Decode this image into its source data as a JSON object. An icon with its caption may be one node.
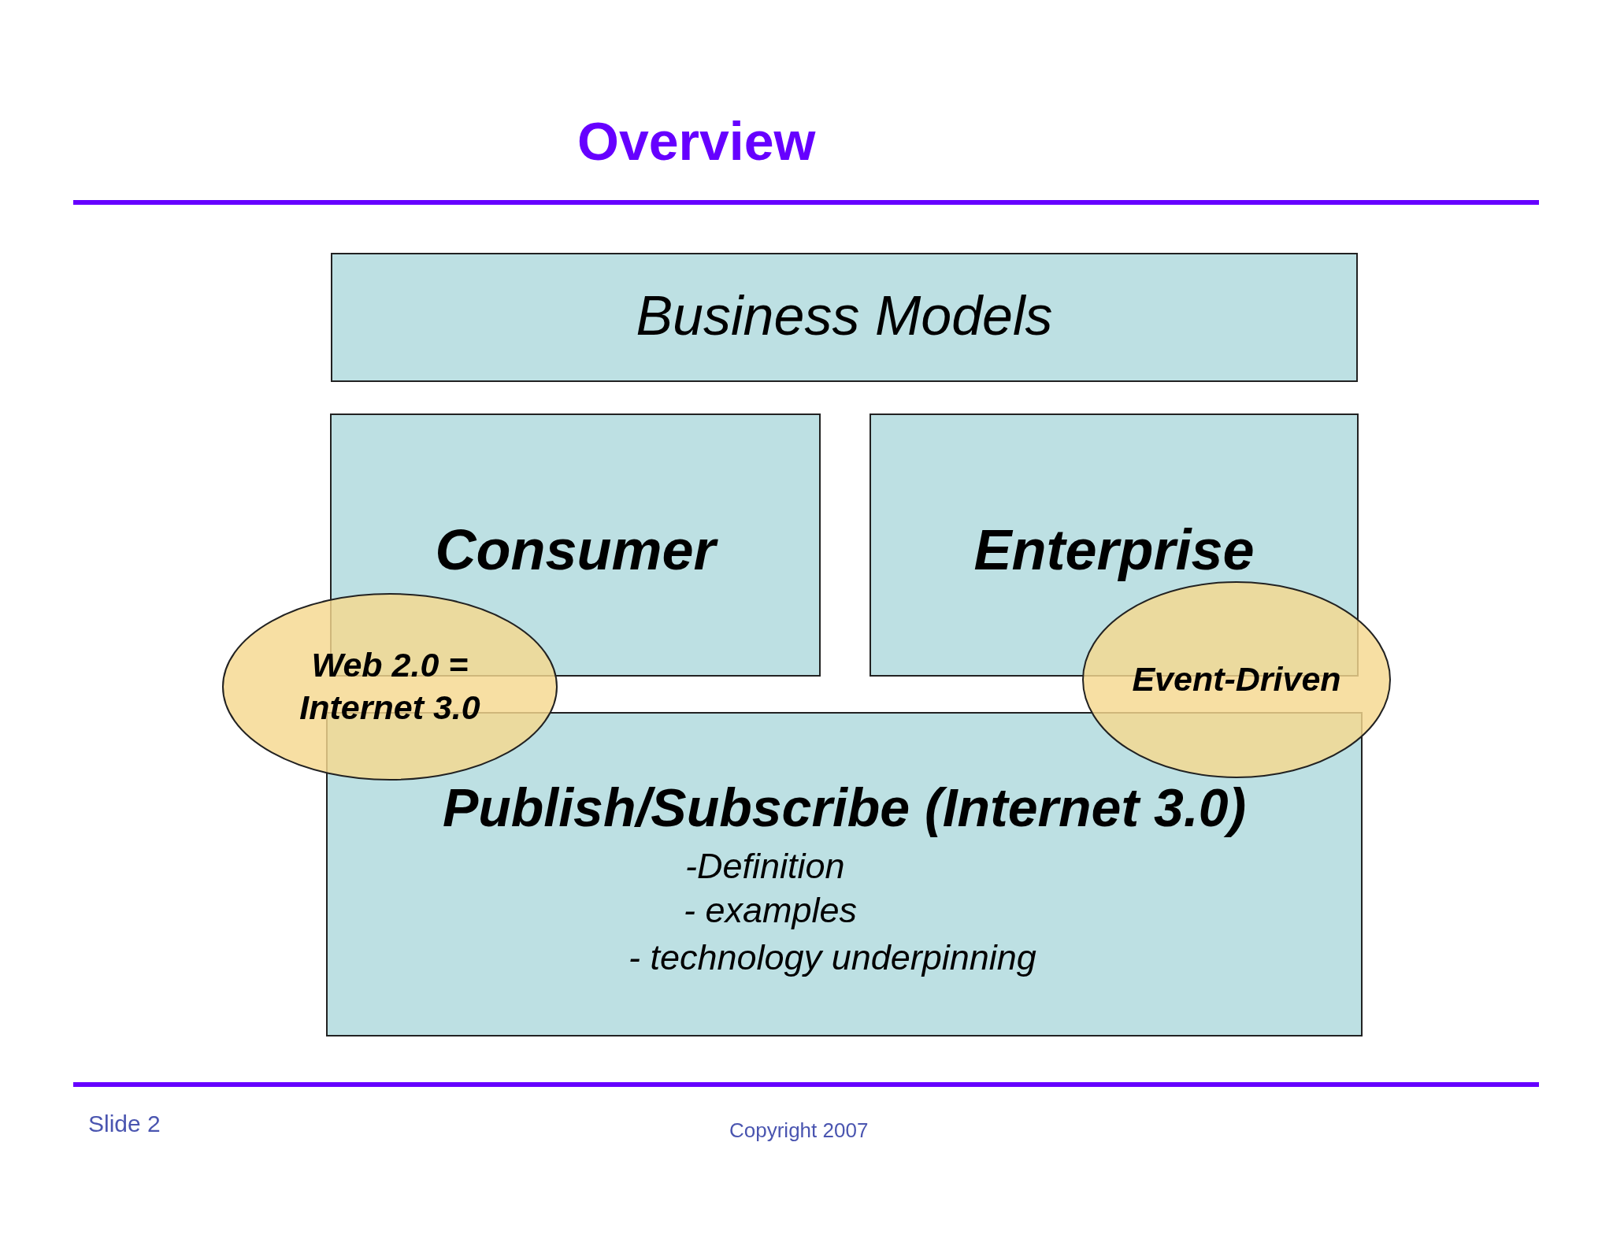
{
  "diagram": {
    "title": "Overview",
    "nodes": [
      {
        "text": [
          "Business Models"
        ]
      },
      {
        "text": [
          "Consumer"
        ]
      },
      {
        "text": [
          "Enterprise"
        ]
      },
      {
        "text": [
          "Publish/Subscribe (Internet 3.0)",
          "-Definition",
          "- examples",
          "- technology underpinning"
        ]
      },
      {
        "text": [
          "Web 2.0 = Internet 3.0"
        ]
      },
      {
        "text": [
          "Event-Driven"
        ]
      }
    ],
    "labels": [
      "Slide 2",
      "Copyright 2007"
    ]
  }
}
